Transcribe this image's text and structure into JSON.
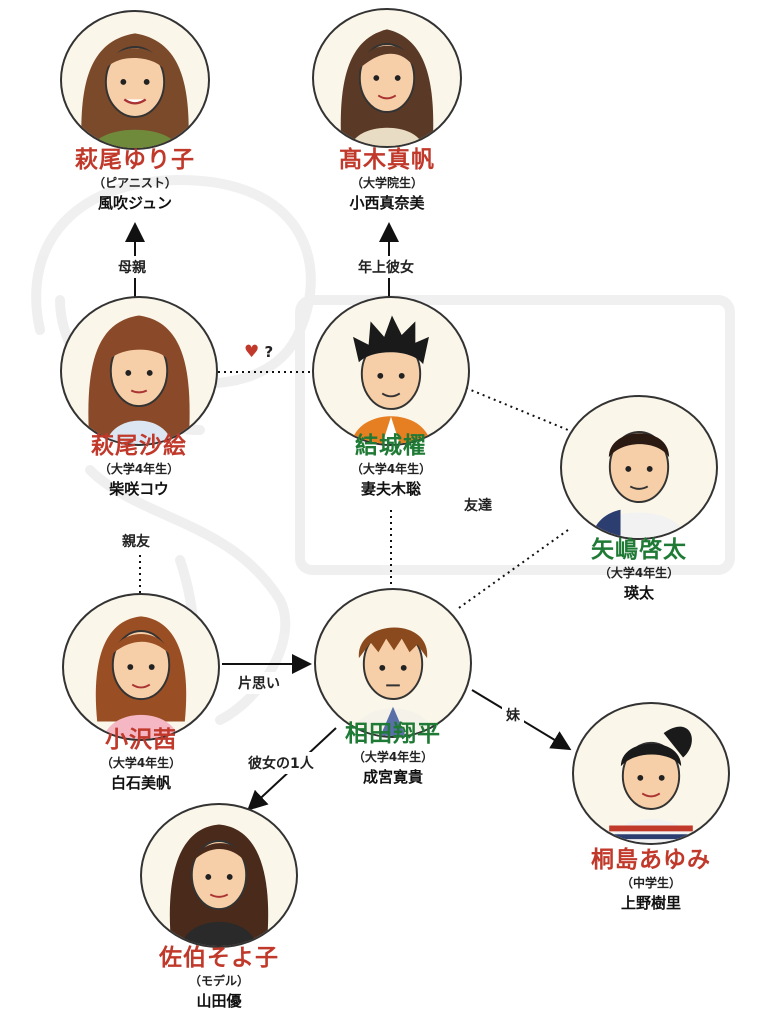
{
  "characters": {
    "yuriko": {
      "name": "萩尾ゆり子",
      "role": "（ピアニスト）",
      "actor": "風吹ジュン",
      "color": "#c0392b"
    },
    "maho": {
      "name": "髙木真帆",
      "role": "（大学院生）",
      "actor": "小西真奈美",
      "color": "#c0392b"
    },
    "sae": {
      "name": "萩尾沙絵",
      "role": "（大学4年生）",
      "actor": "柴咲コウ",
      "color": "#c0392b"
    },
    "hikaru": {
      "name": "結城櫂",
      "role": "（大学4年生）",
      "actor": "妻夫木聡",
      "color": "#1e7a34"
    },
    "keita": {
      "name": "矢嶋啓太",
      "role": "（大学4年生）",
      "actor": "瑛太",
      "color": "#1e7a34"
    },
    "akane": {
      "name": "小沢茜",
      "role": "（大学4年生）",
      "actor": "白石美帆",
      "color": "#c0392b"
    },
    "shohei": {
      "name": "相田翔平",
      "role": "（大学4年生）",
      "actor": "成宮寛貴",
      "color": "#1e7a34"
    },
    "ayumi": {
      "name": "桐島あゆみ",
      "role": "（中学生）",
      "actor": "上野樹里",
      "color": "#c0392b"
    },
    "soyoko": {
      "name": "佐伯そよ子",
      "role": "（モデル）",
      "actor": "山田優",
      "color": "#c0392b"
    }
  },
  "relations": {
    "mother": "母親",
    "older_girlfriend": "年上彼女",
    "love_question": "?",
    "best_friend": "親友",
    "friends": "友達",
    "unrequited": "片思い",
    "sister": "妹",
    "one_of_girlfriends": "彼女の1人"
  }
}
